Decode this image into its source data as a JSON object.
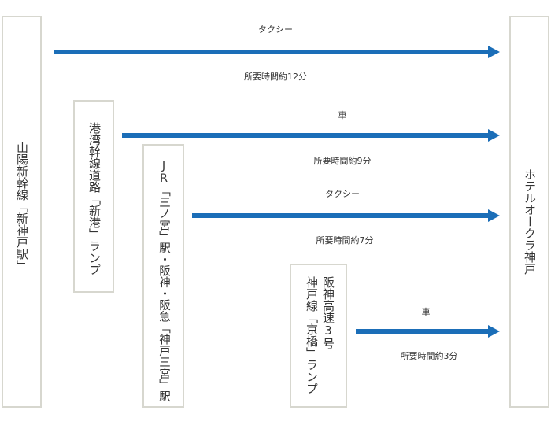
{
  "colors": {
    "arrow": "#1b6eb8",
    "box_border": "#d7d7cf",
    "text": "#333333"
  },
  "nodes": {
    "shinkobe": "山陽新幹線「新神戸駅」",
    "shinko_ramp": "港湾幹線道路「新港」ランプ",
    "sannomiya_col1": "JR「三ノ宮」駅・阪神・阪急「神戸三宮」駅",
    "kyobashi_col1": "阪神高速3号",
    "kyobashi_col2": "神戸線「京橋」ランプ",
    "hotel": "ホテルオークラ神戸"
  },
  "routes": [
    {
      "mode": "タクシー",
      "time": "所要時間約12分"
    },
    {
      "mode": "車",
      "time": "所要時間約9分"
    },
    {
      "mode": "タクシー",
      "time": "所要時間約7分"
    },
    {
      "mode": "車",
      "time": "所要時間約3分"
    }
  ]
}
